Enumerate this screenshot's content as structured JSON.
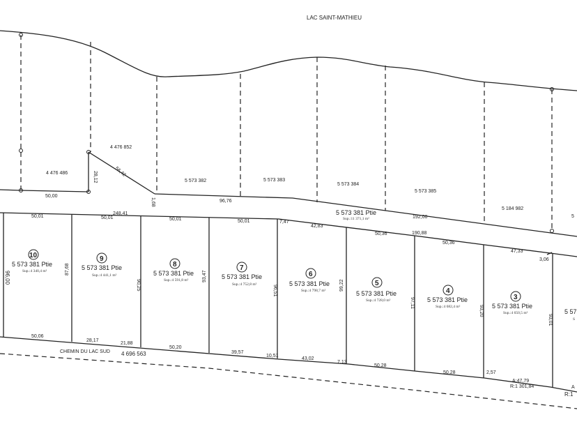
{
  "lake": "LAC SAINT-MATHIEU",
  "road": {
    "name": "CHEMIN DU LAC SUD",
    "number": "4 696 563"
  },
  "upper_lots": [
    "4 476 486",
    "4 476 852",
    "5 573 382",
    "5 573 383",
    "5 573 384",
    "5 573 385",
    "5 184 982",
    "5"
  ],
  "strip": {
    "label": "5 573 381 Ptie",
    "area": "Sup.:11 371,1 m²"
  },
  "lots": [
    {
      "no": "10",
      "label": "5 573 381 Ptie",
      "area": "Sup.:4 340,4 m²"
    },
    {
      "no": "9",
      "label": "5 573 381 Ptie",
      "area": "Sup.:4 441,1 m²"
    },
    {
      "no": "8",
      "label": "5 573 381 Ptie",
      "area": "Sup.:4 591,8 m²"
    },
    {
      "no": "7",
      "label": "5 573 381 Ptie",
      "area": "Sup.:4 752,8 m²"
    },
    {
      "no": "6",
      "label": "5 573 381 Ptie",
      "area": "Sup.:4 798,7 m²"
    },
    {
      "no": "5",
      "label": "5 573 381 Ptie",
      "area": "Sup.:4 728,0 m²"
    },
    {
      "no": "4",
      "label": "5 573 381 Ptie",
      "area": "Sup.:4 682,4 m²"
    },
    {
      "no": "3",
      "label": "5 573 381 Ptie",
      "area": "Sup.:4 650,5 m²"
    },
    {
      "no": "",
      "label": "5 57",
      "area": "S"
    }
  ],
  "dims": {
    "upper": [
      "28,12",
      "56,42",
      "50,00",
      "1,68",
      "96,76",
      "192,00"
    ],
    "top": [
      "248,41",
      "50,01",
      "50,01",
      "50,01",
      "50,01",
      "7,47",
      "42,83",
      "50,36",
      "190,88",
      "50,36",
      "47,33",
      "3,06"
    ],
    "sides": [
      "96,00",
      "87,68",
      "90,25",
      "93,47",
      "96,51",
      "99,22",
      "97,11",
      "93,20",
      "93,01"
    ],
    "bottom": [
      "50,06",
      "28,17",
      "21,88",
      "50,20",
      "39,57",
      "10,51",
      "43,02",
      "7,13",
      "50,28",
      "50,28",
      "2,57",
      "A:47,79",
      "R:1 301,84",
      "A",
      "R:1"
    ]
  }
}
